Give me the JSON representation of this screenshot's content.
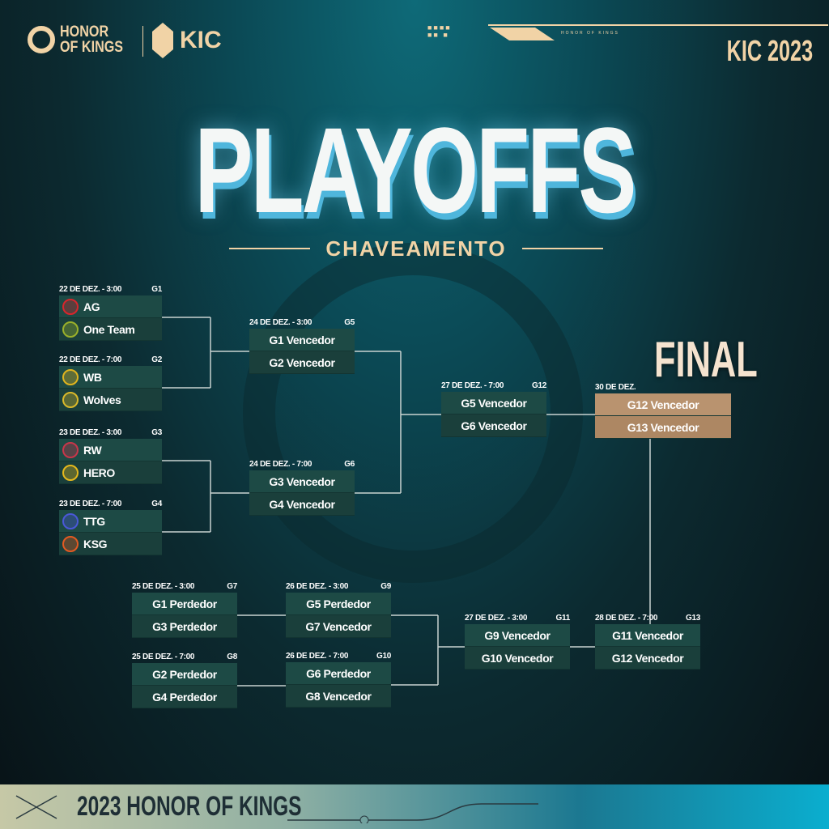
{
  "header": {
    "brand": "HONOR OF KINGS",
    "brand_line1": "HONOR",
    "brand_line2": "OF KINGS",
    "event_logo": "KIC",
    "tagline": "HONOR OF KINGS",
    "year_badge": "KIC 2023"
  },
  "title": "PLAYOFFS",
  "subtitle": "CHAVEAMENTO",
  "final_label": "FINAL",
  "matches": [
    {
      "id": "G1",
      "date": "22 DE DEZ. - 3:00",
      "teams": [
        {
          "name": "AG",
          "color": "#d8262c"
        },
        {
          "name": "One Team",
          "color": "#9bb02a"
        }
      ]
    },
    {
      "id": "G2",
      "date": "22 DE DEZ. - 7:00",
      "teams": [
        {
          "name": "WB",
          "color": "#e0b41e"
        },
        {
          "name": "Wolves",
          "color": "#d9b82a"
        }
      ]
    },
    {
      "id": "G3",
      "date": "23 DE DEZ. - 3:00",
      "teams": [
        {
          "name": "RW",
          "color": "#c8364a"
        },
        {
          "name": "HERO",
          "color": "#e5b81c"
        }
      ]
    },
    {
      "id": "G4",
      "date": "23 DE DEZ. - 7:00",
      "teams": [
        {
          "name": "TTG",
          "color": "#4a58d8"
        },
        {
          "name": "KSG",
          "color": "#e25a22"
        }
      ]
    },
    {
      "id": "G5",
      "date": "24 DE DEZ. - 3:00",
      "slots": [
        "G1 Vencedor",
        "G2 Vencedor"
      ]
    },
    {
      "id": "G6",
      "date": "24 DE DEZ. - 7:00",
      "slots": [
        "G3 Vencedor",
        "G4 Vencedor"
      ]
    },
    {
      "id": "G12",
      "date": "27 DE DEZ. - 7:00",
      "slots": [
        "G5 Vencedor",
        "G6 Vencedor"
      ]
    },
    {
      "id": "FINAL",
      "date": "30 DE DEZ.",
      "label": "",
      "slots": [
        "G12 Vencedor",
        "G13 Vencedor"
      ]
    },
    {
      "id": "G7",
      "date": "25 DE DEZ. - 3:00",
      "slots": [
        "G1 Perdedor",
        "G3 Perdedor"
      ]
    },
    {
      "id": "G8",
      "date": "25 DE DEZ. - 7:00",
      "slots": [
        "G2 Perdedor",
        "G4 Perdedor"
      ]
    },
    {
      "id": "G9",
      "date": "26 DE DEZ. - 3:00",
      "slots": [
        "G5 Perdedor",
        "G7 Vencedor"
      ]
    },
    {
      "id": "G10",
      "date": "26 DE DEZ. - 7:00",
      "slots": [
        "G6 Perdedor",
        "G8 Vencedor"
      ]
    },
    {
      "id": "G11",
      "date": "27 DE DEZ. - 3:00",
      "slots": [
        "G9 Vencedor",
        "G10 Vencedor"
      ]
    },
    {
      "id": "G13",
      "date": "28 DE DEZ. - 7:00",
      "slots": [
        "G11 Vencedor",
        "G12 Vencedor"
      ]
    }
  ],
  "footer": {
    "title": "2023 HONOR OF KINGS"
  },
  "colors": {
    "gold": "#f1d3a6",
    "box": "#1d4a45",
    "final_box": "#b9936f",
    "title_shadow": "#4fb6dc"
  }
}
